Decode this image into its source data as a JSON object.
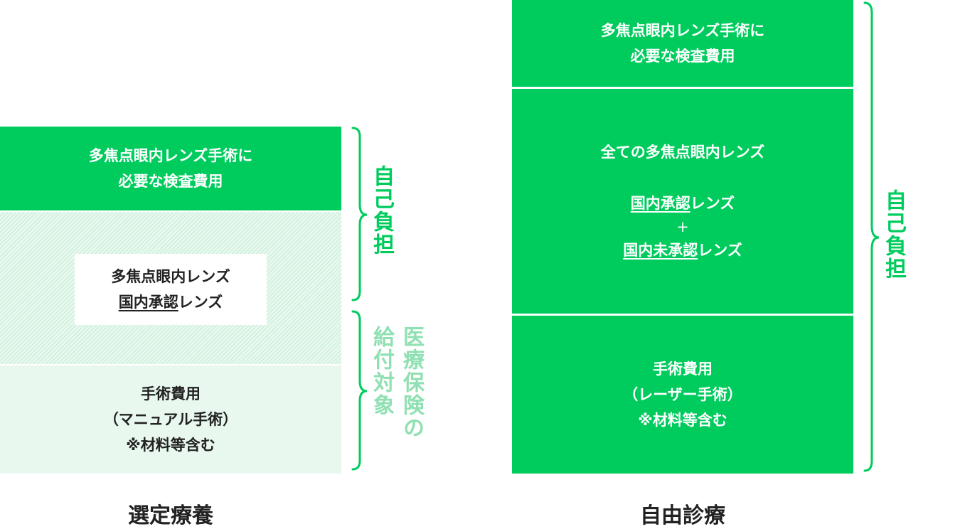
{
  "colors": {
    "accent_green": "#00cc5e",
    "pale_green": "#e8f8ee",
    "light_green_text": "#8fe0b2",
    "dark_text": "#222222"
  },
  "left": {
    "caption": "選定療養",
    "exam_block": {
      "line1": "多焦点眼内レンズ手術に",
      "line2": "必要な検査費用"
    },
    "lens_card": {
      "line1": "多焦点眼内レンズ",
      "line2_underlined": "国内承認",
      "line2_rest": "レンズ"
    },
    "surgery_block": {
      "line1": "手術費用",
      "line2": "（マニュアル手術）",
      "line3": "※材料等含む"
    },
    "bracket_self_pay_label": "自己負担",
    "bracket_insurance_label_col1": "医療保険の",
    "bracket_insurance_label_col2": "給付対象"
  },
  "right": {
    "caption": "自由診療",
    "exam_block": {
      "line1": "多焦点眼内レンズ手術に",
      "line2": "必要な検査費用"
    },
    "lens_block": {
      "line1": "全ての多焦点眼内レンズ",
      "line2_underlined": "国内承認",
      "line2_rest": "レンズ",
      "plus": "+",
      "line3_underlined": "国内未承認",
      "line3_rest": "レンズ"
    },
    "surgery_block": {
      "line1": "手術費用",
      "line2": "（レーザー手術）",
      "line3": "※材料等含む"
    },
    "bracket_self_pay_label": "自己負担"
  }
}
